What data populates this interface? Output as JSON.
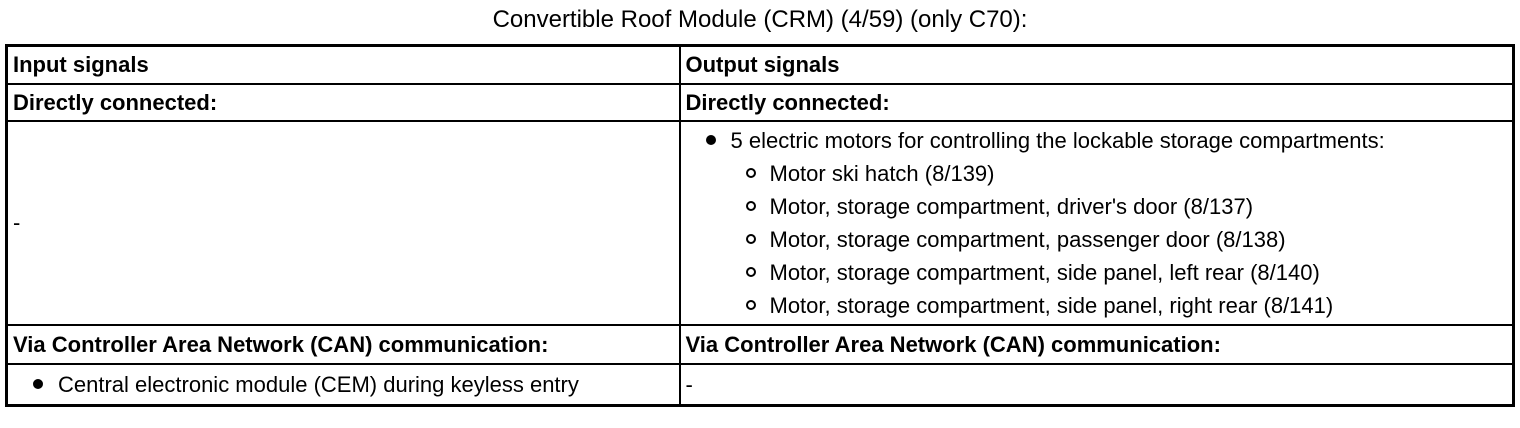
{
  "page": {
    "title": "Convertible Roof Module (CRM) (4/59) (only C70):"
  },
  "colors": {
    "text": "#000000",
    "border": "#000000",
    "background": "#ffffff"
  },
  "table": {
    "header": {
      "input": "Input signals",
      "output": "Output signals"
    },
    "directly_connected": {
      "input_label": "Directly connected:",
      "output_label": "Directly connected:"
    },
    "directly_connected_content": {
      "input_value": "-",
      "output_list": {
        "bullet": "5 electric motors for controlling the lockable storage compartments:",
        "sub_bullets": [
          "Motor ski hatch (8/139)",
          "Motor, storage compartment, driver's door (8/137)",
          "Motor, storage compartment, passenger door (8/138)",
          "Motor, storage compartment, side panel, left rear (8/140)",
          "Motor, storage compartment, side panel, right rear (8/141)"
        ]
      }
    },
    "can_communication": {
      "input_label": "Via Controller Area Network (CAN) communication:",
      "output_label": "Via Controller Area Network (CAN) communication:"
    },
    "can_communication_content": {
      "input_bullet": "Central electronic module (CEM) during keyless entry",
      "output_value": "-"
    }
  }
}
